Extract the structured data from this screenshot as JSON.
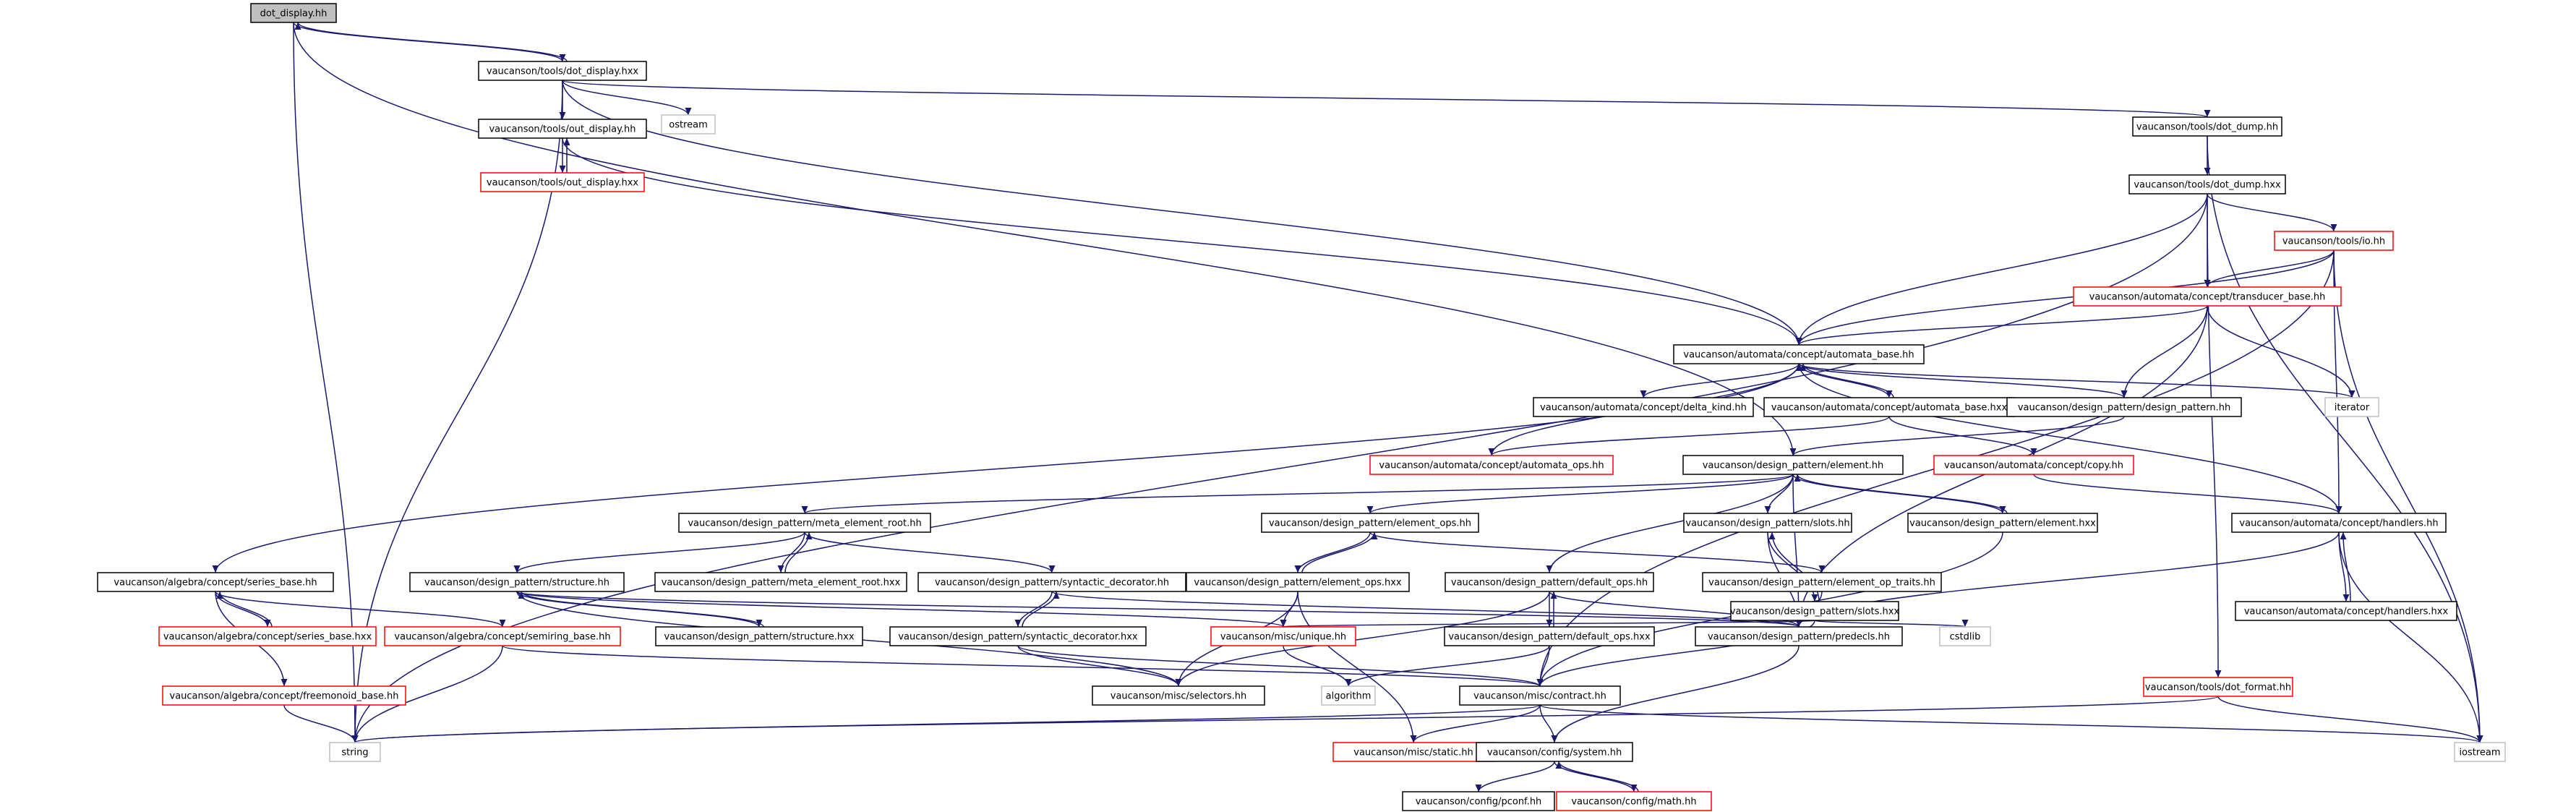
{
  "graph": {
    "nodes": [
      {
        "id": "n1",
        "label": "dot_display.hh",
        "kind": "root"
      },
      {
        "id": "n2",
        "label": "vaucanson/tools/dot_display.hxx",
        "kind": "normal"
      },
      {
        "id": "n3",
        "label": "string",
        "kind": "sys"
      },
      {
        "id": "n4",
        "label": "vaucanson/tools/out_display.hh",
        "kind": "normal"
      },
      {
        "id": "n5",
        "label": "vaucanson/tools/out_display.hxx",
        "kind": "trunc"
      },
      {
        "id": "n6",
        "label": "ostream",
        "kind": "sys"
      },
      {
        "id": "n7",
        "label": "vaucanson/tools/dot_dump.hh",
        "kind": "normal"
      },
      {
        "id": "n8",
        "label": "vaucanson/tools/dot_dump.hxx",
        "kind": "normal"
      },
      {
        "id": "n9",
        "label": "vaucanson/tools/io.hh",
        "kind": "trunc"
      },
      {
        "id": "n10",
        "label": "vaucanson/automata/concept/transducer_base.hh",
        "kind": "trunc"
      },
      {
        "id": "n11",
        "label": "vaucanson/automata/concept/automata_base.hh",
        "kind": "normal"
      },
      {
        "id": "n12",
        "label": "vaucanson/automata/concept/delta_kind.hh",
        "kind": "normal"
      },
      {
        "id": "n13",
        "label": "vaucanson/automata/concept/automata_base.hxx",
        "kind": "normal"
      },
      {
        "id": "n14",
        "label": "vaucanson/design_pattern/design_pattern.hh",
        "kind": "normal"
      },
      {
        "id": "n15",
        "label": "iterator",
        "kind": "sys"
      },
      {
        "id": "n16",
        "label": "vaucanson/automata/concept/automata_ops.hh",
        "kind": "trunc"
      },
      {
        "id": "n17",
        "label": "vaucanson/design_pattern/element.hh",
        "kind": "normal"
      },
      {
        "id": "n18",
        "label": "vaucanson/automata/concept/copy.hh",
        "kind": "trunc"
      },
      {
        "id": "n19",
        "label": "vaucanson/design_pattern/meta_element_root.hh",
        "kind": "normal"
      },
      {
        "id": "n20",
        "label": "vaucanson/design_pattern/element_ops.hh",
        "kind": "normal"
      },
      {
        "id": "n21",
        "label": "vaucanson/design_pattern/slots.hh",
        "kind": "normal"
      },
      {
        "id": "n22",
        "label": "vaucanson/design_pattern/element.hxx",
        "kind": "normal"
      },
      {
        "id": "n23",
        "label": "vaucanson/automata/concept/handlers.hh",
        "kind": "normal"
      },
      {
        "id": "n24",
        "label": "vaucanson/algebra/concept/series_base.hh",
        "kind": "normal"
      },
      {
        "id": "n25",
        "label": "vaucanson/design_pattern/structure.hh",
        "kind": "normal"
      },
      {
        "id": "n26",
        "label": "vaucanson/design_pattern/meta_element_root.hxx",
        "kind": "normal"
      },
      {
        "id": "n27",
        "label": "vaucanson/design_pattern/syntactic_decorator.hh",
        "kind": "normal"
      },
      {
        "id": "n28",
        "label": "vaucanson/design_pattern/element_ops.hxx",
        "kind": "normal"
      },
      {
        "id": "n29",
        "label": "vaucanson/design_pattern/default_ops.hh",
        "kind": "normal"
      },
      {
        "id": "n30",
        "label": "vaucanson/design_pattern/element_op_traits.hh",
        "kind": "normal"
      },
      {
        "id": "n31",
        "label": "vaucanson/design_pattern/slots.hxx",
        "kind": "normal"
      },
      {
        "id": "n32",
        "label": "vaucanson/automata/concept/handlers.hxx",
        "kind": "normal"
      },
      {
        "id": "n33",
        "label": "vaucanson/algebra/concept/series_base.hxx",
        "kind": "trunc"
      },
      {
        "id": "n34",
        "label": "vaucanson/algebra/concept/semiring_base.hh",
        "kind": "trunc"
      },
      {
        "id": "n35",
        "label": "vaucanson/design_pattern/structure.hxx",
        "kind": "normal"
      },
      {
        "id": "n36",
        "label": "vaucanson/design_pattern/syntactic_decorator.hxx",
        "kind": "normal"
      },
      {
        "id": "n37",
        "label": "vaucanson/misc/unique.hh",
        "kind": "trunc"
      },
      {
        "id": "n38",
        "label": "vaucanson/design_pattern/default_ops.hxx",
        "kind": "normal"
      },
      {
        "id": "n39",
        "label": "vaucanson/design_pattern/predecls.hh",
        "kind": "normal"
      },
      {
        "id": "n40",
        "label": "cstdlib",
        "kind": "sys"
      },
      {
        "id": "n41",
        "label": "vaucanson/algebra/concept/freemonoid_base.hh",
        "kind": "trunc"
      },
      {
        "id": "n42",
        "label": "vaucanson/misc/selectors.hh",
        "kind": "normal"
      },
      {
        "id": "n43",
        "label": "algorithm",
        "kind": "sys"
      },
      {
        "id": "n44",
        "label": "vaucanson/misc/contract.hh",
        "kind": "normal"
      },
      {
        "id": "n45",
        "label": "vaucanson/tools/dot_format.hh",
        "kind": "trunc"
      },
      {
        "id": "n46",
        "label": "iostream",
        "kind": "sys"
      },
      {
        "id": "n47",
        "label": "vaucanson/misc/static.hh",
        "kind": "trunc"
      },
      {
        "id": "n48",
        "label": "vaucanson/config/system.hh",
        "kind": "normal"
      },
      {
        "id": "n49",
        "label": "vaucanson/config/pconf.hh",
        "kind": "normal"
      },
      {
        "id": "n50",
        "label": "vaucanson/config/math.hh",
        "kind": "trunc"
      }
    ],
    "edges": [
      [
        "n1",
        "n2"
      ],
      [
        "n1",
        "n3"
      ],
      [
        "n1",
        "n17"
      ],
      [
        "n2",
        "n1"
      ],
      [
        "n2",
        "n3"
      ],
      [
        "n2",
        "n4"
      ],
      [
        "n2",
        "n6"
      ],
      [
        "n2",
        "n7"
      ],
      [
        "n2",
        "n11"
      ],
      [
        "n4",
        "n5"
      ],
      [
        "n4",
        "n11"
      ],
      [
        "n5",
        "n4"
      ],
      [
        "n7",
        "n8"
      ],
      [
        "n7",
        "n46"
      ],
      [
        "n8",
        "n3"
      ],
      [
        "n8",
        "n9"
      ],
      [
        "n8",
        "n10"
      ],
      [
        "n8",
        "n11"
      ],
      [
        "n8",
        "n45"
      ],
      [
        "n9",
        "n10"
      ],
      [
        "n9",
        "n11"
      ],
      [
        "n9",
        "n23"
      ],
      [
        "n9",
        "n44"
      ],
      [
        "n9",
        "n46"
      ],
      [
        "n10",
        "n11"
      ],
      [
        "n10",
        "n14"
      ],
      [
        "n10",
        "n15"
      ],
      [
        "n10",
        "n39"
      ],
      [
        "n11",
        "n12"
      ],
      [
        "n11",
        "n13"
      ],
      [
        "n11",
        "n14"
      ],
      [
        "n11",
        "n15"
      ],
      [
        "n11",
        "n23"
      ],
      [
        "n11",
        "n24"
      ],
      [
        "n13",
        "n11"
      ],
      [
        "n13",
        "n16"
      ],
      [
        "n13",
        "n18"
      ],
      [
        "n14",
        "n17"
      ],
      [
        "n16",
        "n11"
      ],
      [
        "n17",
        "n19"
      ],
      [
        "n17",
        "n20"
      ],
      [
        "n17",
        "n21"
      ],
      [
        "n17",
        "n22"
      ],
      [
        "n17",
        "n29"
      ],
      [
        "n17",
        "n39"
      ],
      [
        "n18",
        "n23"
      ],
      [
        "n19",
        "n25"
      ],
      [
        "n19",
        "n26"
      ],
      [
        "n19",
        "n27"
      ],
      [
        "n20",
        "n28"
      ],
      [
        "n20",
        "n30"
      ],
      [
        "n21",
        "n31"
      ],
      [
        "n21",
        "n39"
      ],
      [
        "n22",
        "n17"
      ],
      [
        "n22",
        "n44"
      ],
      [
        "n23",
        "n32"
      ],
      [
        "n23",
        "n39"
      ],
      [
        "n23",
        "n46"
      ],
      [
        "n24",
        "n33"
      ],
      [
        "n24",
        "n34"
      ],
      [
        "n24",
        "n41"
      ],
      [
        "n25",
        "n35"
      ],
      [
        "n25",
        "n37"
      ],
      [
        "n25",
        "n39"
      ],
      [
        "n25",
        "n42"
      ],
      [
        "n26",
        "n19"
      ],
      [
        "n27",
        "n36"
      ],
      [
        "n27",
        "n39"
      ],
      [
        "n28",
        "n20"
      ],
      [
        "n28",
        "n37"
      ],
      [
        "n28",
        "n42"
      ],
      [
        "n28",
        "n47"
      ],
      [
        "n29",
        "n38"
      ],
      [
        "n29",
        "n39"
      ],
      [
        "n29",
        "n42"
      ],
      [
        "n30",
        "n39"
      ],
      [
        "n31",
        "n21"
      ],
      [
        "n31",
        "n37"
      ],
      [
        "n31",
        "n40"
      ],
      [
        "n31",
        "n44"
      ],
      [
        "n32",
        "n23"
      ],
      [
        "n33",
        "n24"
      ],
      [
        "n34",
        "n3"
      ],
      [
        "n34",
        "n44"
      ],
      [
        "n35",
        "n25"
      ],
      [
        "n36",
        "n27"
      ],
      [
        "n36",
        "n42"
      ],
      [
        "n36",
        "n44"
      ],
      [
        "n37",
        "n43"
      ],
      [
        "n38",
        "n29"
      ],
      [
        "n38",
        "n43"
      ],
      [
        "n38",
        "n44"
      ],
      [
        "n39",
        "n48"
      ],
      [
        "n41",
        "n3"
      ],
      [
        "n44",
        "n3"
      ],
      [
        "n44",
        "n46"
      ],
      [
        "n44",
        "n47"
      ],
      [
        "n44",
        "n48"
      ],
      [
        "n45",
        "n3"
      ],
      [
        "n45",
        "n46"
      ],
      [
        "n48",
        "n49"
      ],
      [
        "n48",
        "n50"
      ],
      [
        "n50",
        "n48"
      ]
    ]
  }
}
